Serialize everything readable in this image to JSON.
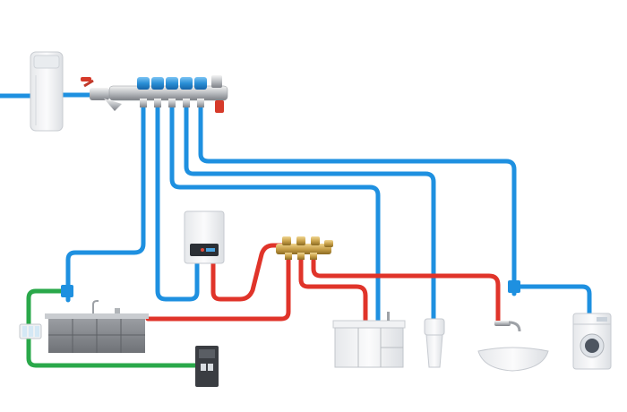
{
  "diagram": {
    "colors": {
      "cold_water": "#1e90e0",
      "hot_water": "#e0342a",
      "purified_water": "#2aa84a",
      "manifold_blue": "#2a8fd6",
      "manifold_brass": "#c9a24a",
      "appliance_white": "#f2f3f5",
      "cabinet_gray": "#8a8d92"
    },
    "components": [
      {
        "id": "water-softener",
        "icon": "softener-tank-icon"
      },
      {
        "id": "cold-water-manifold",
        "icon": "manifold-icon",
        "outlets": 5
      },
      {
        "id": "gas-water-heater",
        "icon": "water-heater-icon"
      },
      {
        "id": "hot-water-manifold",
        "icon": "manifold-icon",
        "outlets": 3
      },
      {
        "id": "kitchen-cabinet",
        "icon": "kitchen-cabinet-icon"
      },
      {
        "id": "water-purifier",
        "icon": "purifier-filter-icon"
      },
      {
        "id": "water-dispenser",
        "icon": "water-dispenser-icon"
      },
      {
        "id": "bathroom-vanity",
        "icon": "vanity-cabinet-icon"
      },
      {
        "id": "toilet",
        "icon": "toilet-icon"
      },
      {
        "id": "wash-basin",
        "icon": "wash-basin-icon"
      },
      {
        "id": "washing-machine",
        "icon": "washing-machine-icon"
      }
    ]
  }
}
